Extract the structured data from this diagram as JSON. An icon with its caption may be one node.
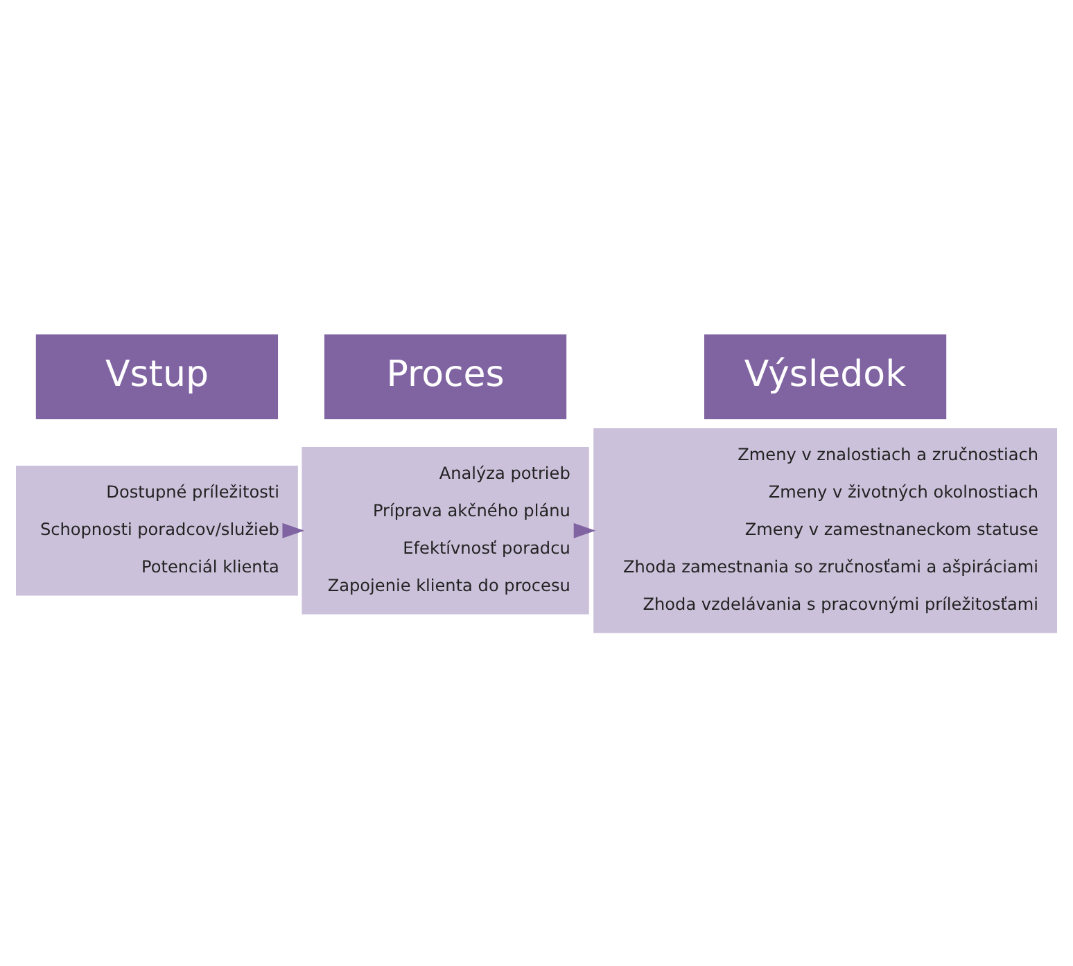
{
  "diagram": {
    "nodes": [
      {
        "text": [
          "Vstup"
        ]
      },
      {
        "text": [
          "Dostupné príležitosti",
          "Schopnosti poradcov/služieb",
          "Potenciál klienta"
        ]
      },
      {
        "text": [
          "Proces"
        ]
      },
      {
        "text": [
          "Analýza potrieb",
          "Príprava akčného plánu",
          "Efektívnosť poradcu",
          "Zapojenie klienta do procesu"
        ]
      },
      {
        "text": [
          "Výsledok"
        ]
      },
      {
        "text": [
          "Zmeny v znalostiach a zručnostiach",
          "Zmeny v životných okolnostiach",
          "Zmeny v zamestnaneckom statuse",
          "Zhoda zamestnania so zručnosťami a ašpiráciami",
          "Zhoda vzdelávania s pracovnými príležitosťami"
        ]
      }
    ],
    "edges": [
      {
        "from": 1,
        "to": 3,
        "arrow": "to"
      },
      {
        "from": 3,
        "to": 5,
        "arrow": "to"
      }
    ]
  }
}
